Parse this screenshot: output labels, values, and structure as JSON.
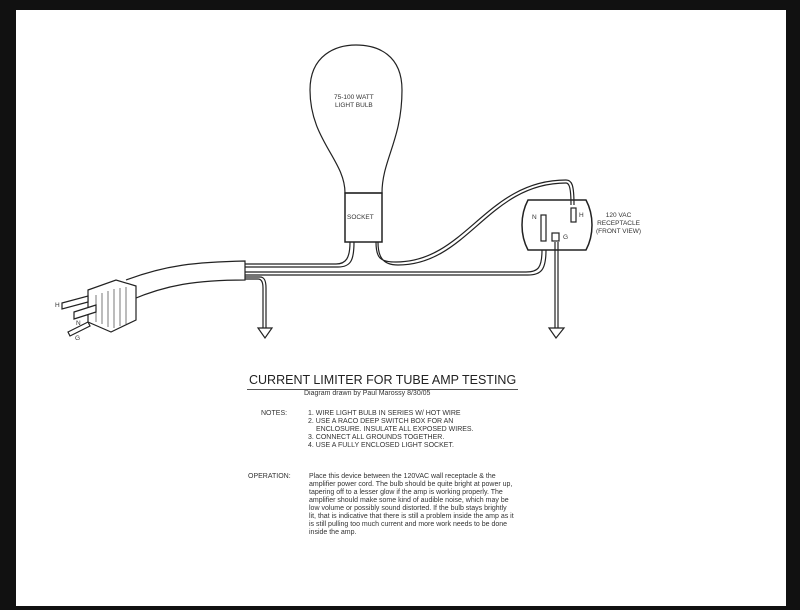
{
  "diagram": {
    "bulb_label": [
      "75-100 WATT",
      "LIGHT BULB"
    ],
    "socket_label": "SOCKET",
    "receptacle_label": [
      "120 VAC",
      "RECEPTACLE",
      "(FRONT VIEW)"
    ],
    "receptacle_pins": {
      "neutral": "N",
      "hot": "H",
      "ground": "G"
    },
    "plug_pins": {
      "hot": "H",
      "neutral": "N",
      "ground": "G"
    }
  },
  "title": "CURRENT LIMITER FOR TUBE AMP TESTING",
  "credit": "Diagram drawn by Paul Marossy 8/30/05",
  "notes_label": "NOTES:",
  "notes": [
    "1. WIRE LIGHT BULB IN SERIES W/ HOT WIRE",
    "2. USE A RACO DEEP SWITCH BOX FOR AN",
    "ENCLOSURE. INSULATE ALL EXPOSED WIRES.",
    "3. CONNECT ALL GROUNDS TOGETHER.",
    "4. USE A FULLY ENCLOSED LIGHT SOCKET."
  ],
  "operation_label": "OPERATION:",
  "operation": "Place this device between the 120VAC wall receptacle & the amplifier power cord. The bulb should be quite bright at power up, tapering off to a lesser glow if the amp is working properly. The amplifier should make some kind of audible noise, which may be low volume or possibly sound distorted. If the bulb stays brightly lit, that is indicative that there is still a problem inside the amp as it is still pulling too much current and more work needs to be done inside the amp."
}
